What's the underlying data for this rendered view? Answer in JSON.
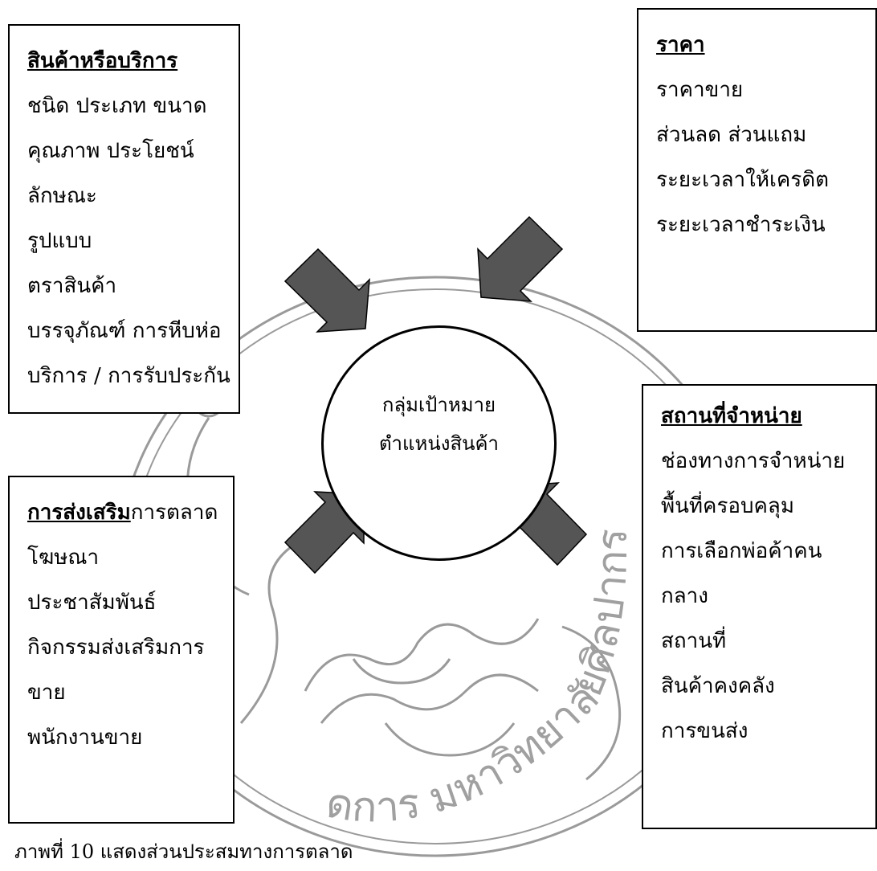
{
  "colors": {
    "arrow_fill": "#555555",
    "seal_stroke": "#9a9a9a"
  },
  "product": {
    "heading": "สินค้าหรือบริการ",
    "items": [
      "ชนิด ประเภท ขนาด",
      "คุณภาพ ประโยชน์",
      "ลักษณะ",
      "รูปแบบ",
      "ตราสินค้า",
      "บรรจุภัณฑ์ การหีบห่อ",
      "บริการ / การรับประกัน"
    ]
  },
  "price": {
    "heading": "ราคา",
    "items": [
      "ราคาขาย",
      "ส่วนลด ส่วนแถม",
      "ระยะเวลาให้เครดิต",
      "ระยะเวลาชำระเงิน"
    ]
  },
  "promotion": {
    "heading": "การส่งเสริม",
    "heading_rest": "การตลาด",
    "items": [
      "โฆษณา",
      "ประชาสัมพันธ์",
      "กิจกรรมส่งเสริมการ",
      "ขาย",
      "พนักงานขาย"
    ]
  },
  "place": {
    "heading": "สถานที่จำหน่าย",
    "items": [
      "ช่องทางการจำหน่าย",
      "พื้นที่ครอบคลุม",
      "การเลือกพ่อค้าคน",
      "กลาง",
      "สถานที่",
      "สินค้าคงคลัง",
      "การขนส่ง"
    ]
  },
  "center": {
    "line1": "กลุ่มเป้าหมาย",
    "line2": "ตำแหน่งสินค้า"
  },
  "caption": "ภาพที่ 10 แสดงส่วนประสมทางการตลาด",
  "watermark": {
    "arc_text": "ดการ มหาวิทยาลัยศิลปากร"
  }
}
